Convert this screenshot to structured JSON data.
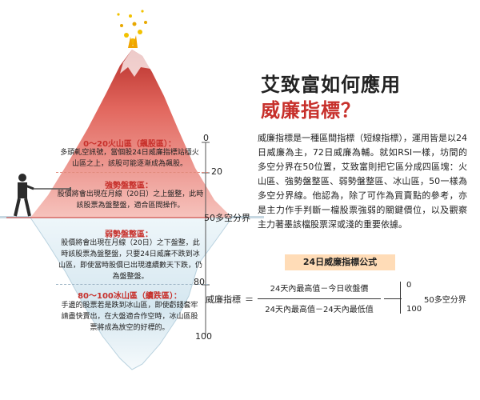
{
  "title": {
    "line1": "艾致富如何應用",
    "line2": "威廉指標？"
  },
  "body_text": "威廉指標是一種區間指標（短線指標），運用皆是以24日威廉為主，72日威廉為輔。就如RSI一樣，坊間的多空分界在50位置，艾致富則把它區分成四區塊：火山區、強勢盤整區、弱勢盤整區、冰山區，50一樣為多空分界線。他認為，除了可作為買賣點的參考，亦是主力作手判斷一檔股票強弱的關鍵價位，以及觀察主力著墨該檔股票深或淺的重要依據。",
  "zones": [
    {
      "title": "0～20火山區（飆股區）：",
      "text": "多頭軋空訊號，當個股24日威廉指標站穩火山區之上，該股可能逐漸成為飆股。"
    },
    {
      "title": "強勢盤整區：",
      "text": "股價將會出現在月線（20日）之上盤整，此時該股票為盤整盤，適合區間操作。"
    },
    {
      "title": "弱勢盤整區：",
      "text": "股價將會出現在月線（20日）之下盤整，此時該股票為盤整盤，只要24日威廉不跌到冰山區，即使當時股價已出現連續數天下跌，仍為盤整盤。"
    },
    {
      "title": "80～100冰山區（續跌區）：",
      "text": "手邊的股票若是跌到冰山區，即使虧錢套牢請盡快賣出，在大盤適合作空時，冰山區股票將成為放空的好標的。"
    }
  ],
  "scale": {
    "v0": "0",
    "v20": "20",
    "v50": "50多空分界",
    "v80": "80",
    "v100": "100"
  },
  "formula": {
    "box_title": "24日威廉指標公式",
    "label": "威廉指標",
    "equals": "＝",
    "numerator": "24天內最高值－今日收盤價",
    "denominator": "24天內最高值－24天內最低值",
    "scale_top": "0",
    "scale_bottom": "100",
    "scale_mid": "50多空分界"
  },
  "colors": {
    "accent_red": "#c7302b",
    "mountain_pink": "#f3a9a2",
    "iceberg_blue": "#cfe3ee",
    "formula_box": "#ffdcb7"
  },
  "icons": [
    "volcano-eruption-icon",
    "businessman-with-sword-icon"
  ]
}
